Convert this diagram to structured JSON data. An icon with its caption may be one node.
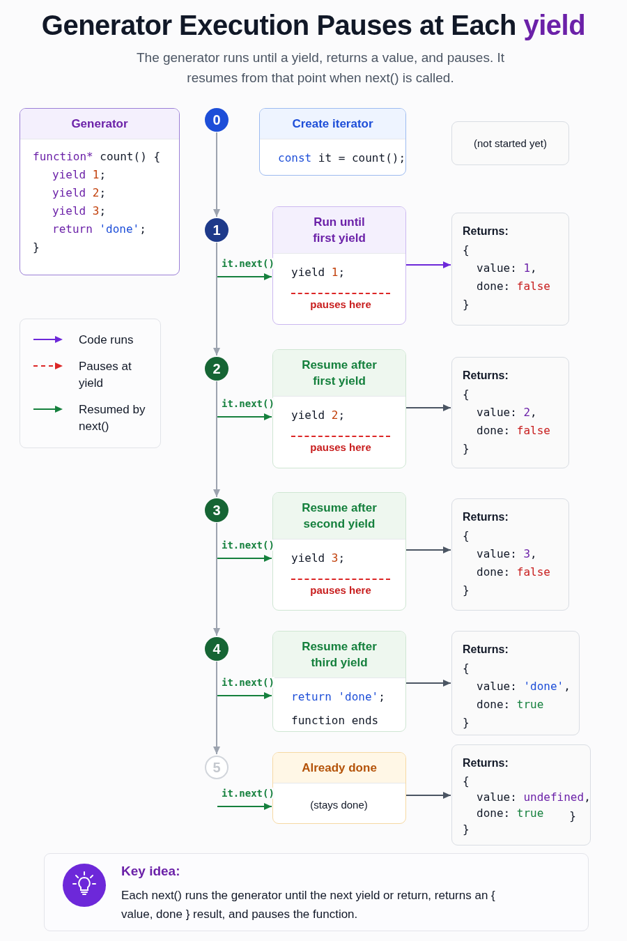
{
  "diagram": {
    "title": "Generator Execution Pauses at Each yield",
    "nodes": [
      {
        "text": [
          "Generator",
          "function* count() {",
          "yield 1;",
          "yield 2;",
          "yield 3;",
          "return 'done';",
          "}"
        ]
      },
      {
        "text": [
          "0"
        ]
      },
      {
        "text": [
          "Create iterator",
          "const it = count();"
        ]
      },
      {
        "text": [
          "(not started yet)"
        ]
      },
      {
        "text": [
          "1"
        ]
      },
      {
        "text": [
          "Run until first yield",
          "yield 1;",
          "pauses here"
        ]
      },
      {
        "text": [
          "Returns:",
          "{",
          "value: 1,",
          "done: false",
          "}"
        ]
      },
      {
        "text": [
          "2"
        ]
      },
      {
        "text": [
          "Resume after first yield",
          "yield 2;",
          "pauses here"
        ]
      },
      {
        "text": [
          "Returns:",
          "{",
          "value: 2,",
          "done: false",
          "}"
        ]
      },
      {
        "text": [
          "3"
        ]
      },
      {
        "text": [
          "Resume after second yield",
          "yield 3;",
          "pauses here"
        ]
      },
      {
        "text": [
          "Returns:",
          "{",
          "value: 3,",
          "done: false",
          "}"
        ]
      },
      {
        "text": [
          "4"
        ]
      },
      {
        "text": [
          "Resume after third yield",
          "return 'done';",
          "function ends"
        ]
      },
      {
        "text": [
          "Returns:",
          "{",
          "value: 'done',",
          "done: true",
          "}"
        ]
      },
      {
        "text": [
          "5"
        ]
      },
      {
        "text": [
          "Already done",
          "(stays done)"
        ]
      },
      {
        "text": [
          "Returns:",
          "{",
          "value: undefined,",
          "done: true",
          "}",
          "}"
        ]
      },
      {
        "text": [
          "Key idea:",
          "Each next() runs the generator until the next yield or return, returns an { value, done } result, and pauses the function."
        ]
      }
    ],
    "edges": [
      {
        "from": 1,
        "to": 4,
        "arrow": "to",
        "color": "#9ca3af"
      },
      {
        "from": null,
        "to": 5,
        "arrow": "to",
        "label": "it.next()",
        "color": "#15803d"
      },
      {
        "from": 5,
        "to": 6,
        "arrow": "to",
        "color": "#6d28d9"
      },
      {
        "from": 4,
        "to": 7,
        "arrow": "to",
        "color": "#9ca3af"
      },
      {
        "from": null,
        "to": 8,
        "arrow": "to",
        "label": "it.next()",
        "color": "#15803d"
      },
      {
        "from": 8,
        "to": 9,
        "arrow": "to"
      },
      {
        "from": 7,
        "to": 10,
        "arrow": "to",
        "color": "#9ca3af"
      },
      {
        "from": null,
        "to": 11,
        "arrow": "to",
        "label": "it.next()",
        "color": "#15803d"
      },
      {
        "from": 11,
        "to": 12,
        "arrow": "to"
      },
      {
        "from": 10,
        "to": 13,
        "arrow": "to",
        "color": "#9ca3af"
      },
      {
        "from": null,
        "to": 14,
        "arrow": "to",
        "label": "it.next()",
        "color": "#15803d"
      },
      {
        "from": 14,
        "to": 15,
        "arrow": "to"
      },
      {
        "from": 13,
        "to": 16,
        "arrow": "to",
        "color": "#9ca3af"
      },
      {
        "from": null,
        "to": 17,
        "arrow": "to",
        "label": "it.next()",
        "color": "#15803d"
      },
      {
        "from": 17,
        "to": 18,
        "arrow": "to"
      }
    ],
    "labels": [
      "The generator runs until a yield, returns a value, and pauses. It resumes from that point when next() is called."
    ],
    "legend": [
      {
        "text": "Code runs"
      },
      {
        "text": "Pauses at yield"
      },
      {
        "text": "Resumed by next()"
      }
    ]
  }
}
